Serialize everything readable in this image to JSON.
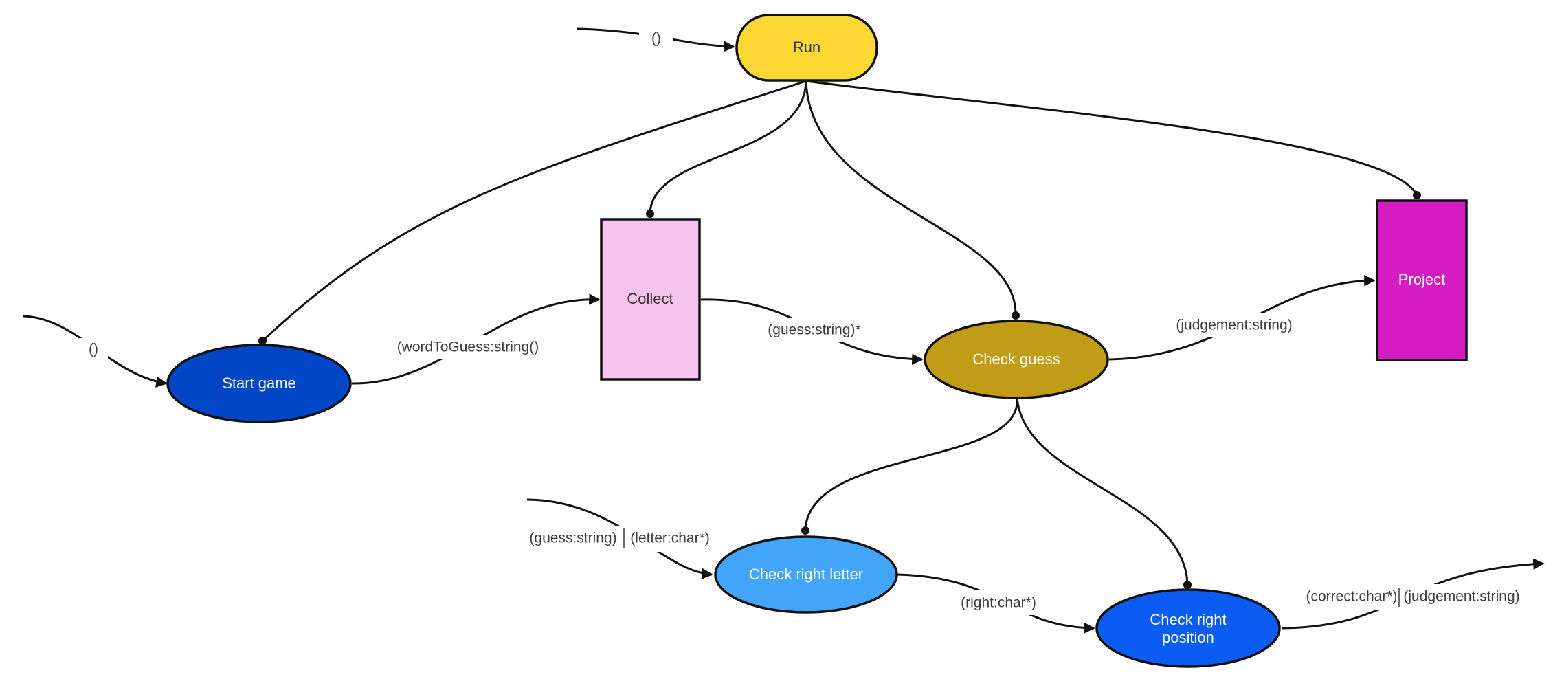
{
  "nodes": {
    "run": {
      "label": "Run",
      "color": "#FDD835",
      "text_color": "#333333"
    },
    "collect": {
      "label": "Collect",
      "color": "#F6C3EC",
      "text_color": "#333333"
    },
    "project": {
      "label": "Project",
      "color": "#D51CC2",
      "text_color": "#ffffff"
    },
    "start_game": {
      "label": "Start game",
      "color": "#0246C8",
      "text_color": "#ffffff"
    },
    "check_guess": {
      "label": "Check guess",
      "color": "#C19C16",
      "text_color": "#ffffff"
    },
    "check_right_letter": {
      "label": "Check right letter",
      "color": "#42A5F7",
      "text_color": "#ffffff"
    },
    "check_right_position": {
      "label_line1": "Check right",
      "label_line2": "position",
      "color": "#0B5CF2",
      "text_color": "#ffffff"
    }
  },
  "edge_labels": {
    "run_input": "()",
    "start_input": "()",
    "start_to_collect": "(wordToGuess:string()",
    "collect_to_check": "(guess:string)*",
    "check_to_project": "(judgement:string)",
    "letter_input_a": "(guess:string)",
    "letter_input_b": "(letter:char*)",
    "letter_to_position": "(right:char*)",
    "position_output_a": "(correct:char*)",
    "position_output_b": "(judgement:string)"
  }
}
